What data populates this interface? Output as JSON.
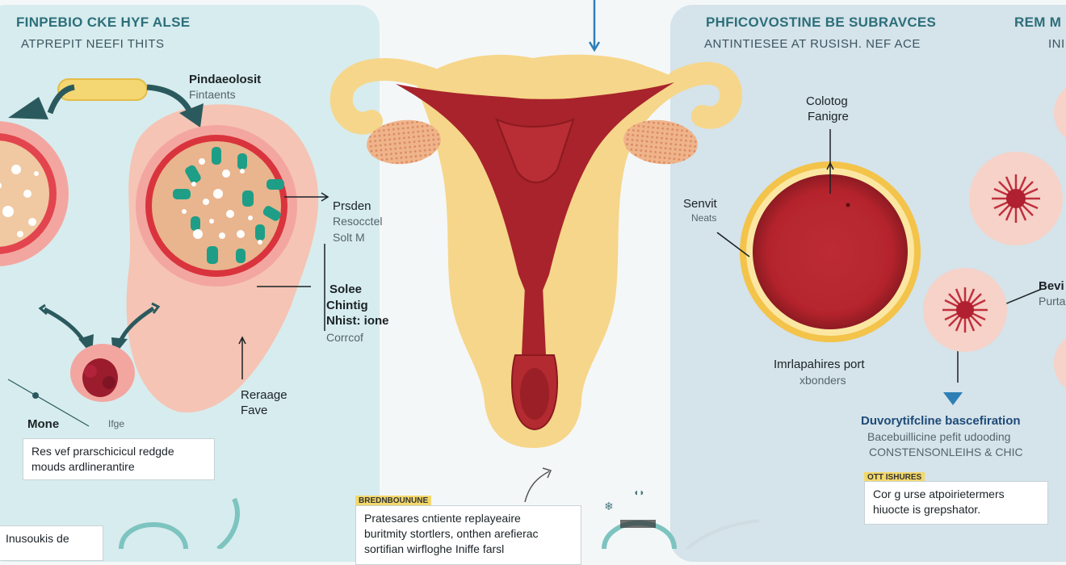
{
  "left_panel": {
    "title": "FINPEBIO CKE HYF ALSE",
    "subtitle": "ATPREPIT NEEFI THITS",
    "label_1_title": "Pindaeolosit",
    "label_1_sub": "Fintaents",
    "label_2_title": "Prsden",
    "label_2_sub1": "Resocctel",
    "label_2_sub2": "Solt M",
    "label_3_line1": "Solee",
    "label_3_line2": "Chintig",
    "label_3_line3": "Nhist: ione",
    "label_3_sub": "Corrcof",
    "label_4_line1": "Reraage",
    "label_4_line2": "Fave",
    "mone_label": "Mone",
    "small_label": "Ifge",
    "note_line1": "Res vef prarschicicul redgde",
    "note_line2": "mouds ardlinerantire"
  },
  "right_panel": {
    "title": "PHFICOVOSTINE BE SUBRAVCES",
    "subtitle": "ANTINTIESEE AT RUSISH. NEF ACE",
    "title2": "REM M",
    "subtitle2": "INI",
    "label_top_1": "Colotog",
    "label_top_2": "Fanigre",
    "label_left_title": "Senvit",
    "label_left_sub": "Neats",
    "label_bottom_title": "Imrlapahires port",
    "label_bottom_sub": "xbonders",
    "label_right_title": "Bevi",
    "label_right_sub": "Purta",
    "desc_title": "Duvorytifcline bascefiration",
    "desc_line1": "Bacebuillicine pefit udooding",
    "desc_line2": "CONSTENSONLEIHS & CHIC",
    "tag": "OTT ISHURES",
    "note_line1": "Cor g urse  atpoirietermers",
    "note_line2": "hiuocte is grepshator."
  },
  "bottom_center": {
    "tag": "BREDNBOUNUNE",
    "line1": "Pratesares cntiente replayeaire",
    "line2": "buritmity stortlers, onthen arefierac",
    "line3": "sortifian wirfloghe Iniffe farsl"
  },
  "bottom_left": {
    "text": "Inusoukis de"
  },
  "colors": {
    "left_panel_bg": "#d7ecee",
    "right_panel_bg": "#d5e3ea",
    "uterus_yellow": "#f6d68a",
    "uterus_red": "#a8232b",
    "teal_arrow": "#2b5a5e",
    "accent_blue": "#2e7fb6"
  }
}
